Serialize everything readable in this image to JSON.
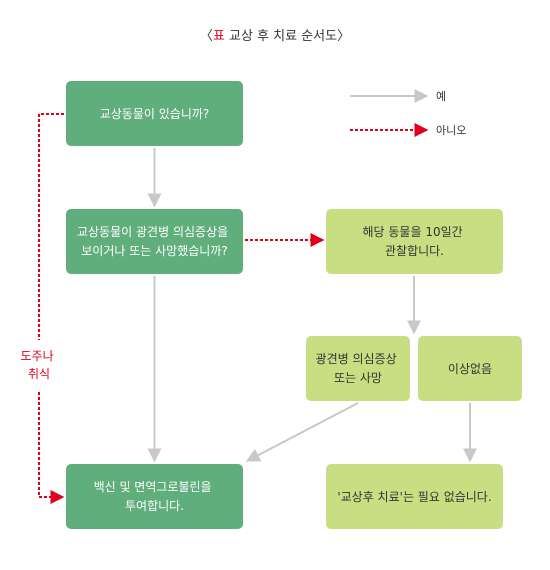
{
  "title": {
    "prefix": "〈",
    "highlight": "표",
    "rest": " 교상 후 치료 순서도〉"
  },
  "legend": {
    "yes_label": "예",
    "no_label": "아니오"
  },
  "nodes": {
    "bite": {
      "lines": [
        "교상동물이 있습니까?"
      ]
    },
    "symptoms": {
      "lines": [
        "교상동물이 광견병 의심증상을",
        "보이거나 또는 사망했습니까?"
      ]
    },
    "observe": {
      "lines": [
        "해당 동물을 10일간",
        "관찰합니다."
      ]
    },
    "suspect": {
      "lines": [
        "광견병 의심증상",
        "또는 사망"
      ]
    },
    "none": {
      "lines": [
        "이상없음"
      ]
    },
    "vaccine": {
      "lines": [
        "백신 및 면역그로불린을",
        "투여합니다."
      ]
    },
    "no_treatment": {
      "lines": [
        "'교상후 치료'는 필요 없습니다."
      ]
    }
  },
  "side_label": {
    "lines": [
      "도주나",
      "취식"
    ]
  },
  "colors": {
    "dark_green": "#5fae7c",
    "light_green": "#c7df82",
    "gray_arrow": "#c8c8c8",
    "red_arrow": "#e0001b",
    "title_red": "#e0001b"
  }
}
